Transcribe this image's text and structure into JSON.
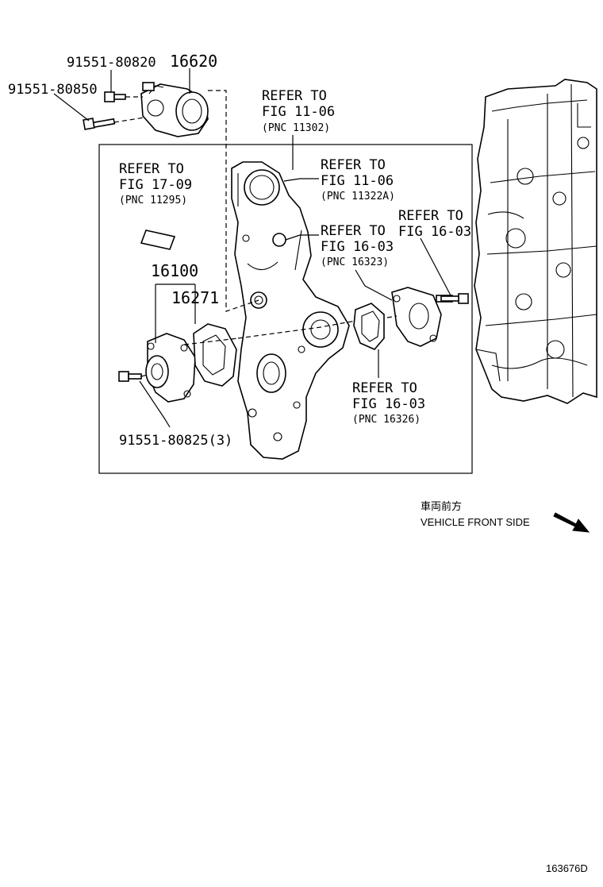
{
  "labels": {
    "bolt_top": "91551-80820",
    "tensioner": "16620",
    "bolt_left": "91551-80850",
    "water_pump": "16100",
    "gasket": "16271",
    "bolt_bottom": "91551-80825(3)",
    "diagram_id": "163676D"
  },
  "references": {
    "cover": {
      "line1": "REFER TO",
      "line2": "FIG 11-06",
      "pnc": "(PNC 11302)"
    },
    "seal": {
      "line1": "REFER TO",
      "line2": "FIG 17-09",
      "pnc": "(PNC 11295)"
    },
    "oil_seal": {
      "line1": "REFER TO",
      "line2": "FIG 11-06",
      "pnc": "(PNC 11322A)"
    },
    "inlet": {
      "line1": "REFER TO",
      "line2": "FIG 16-03",
      "pnc": "(PNC 16323)"
    },
    "bolt": {
      "line1": "REFER TO",
      "line2": "FIG 16-03"
    },
    "gasket2": {
      "line1": "REFER TO",
      "line2": "FIG 16-03",
      "pnc": "(PNC 16326)"
    }
  },
  "orientation": {
    "jp": "車両前方",
    "en": "VEHICLE FRONT SIDE"
  }
}
